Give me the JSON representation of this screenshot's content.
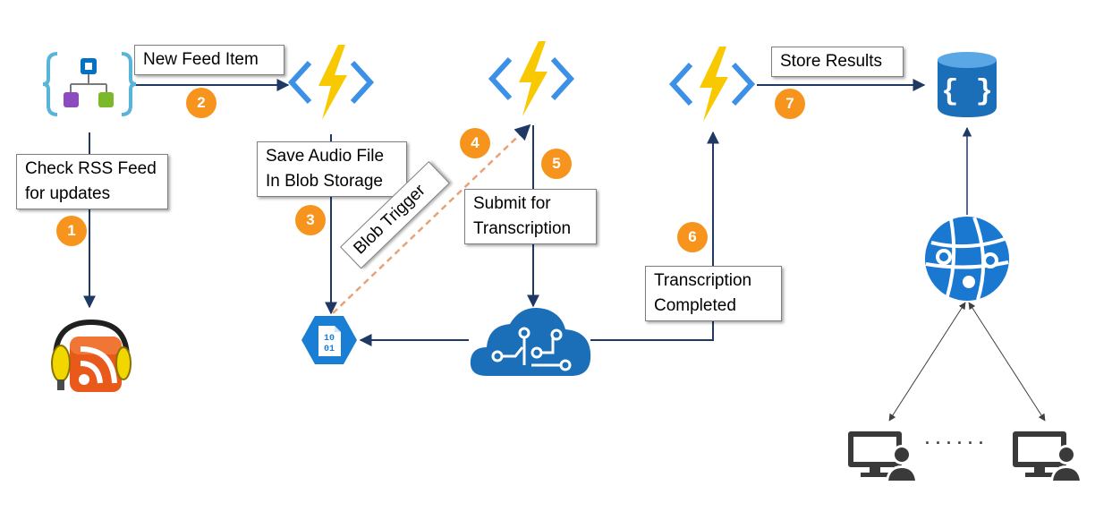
{
  "labels": {
    "new_feed_item": "New Feed Item",
    "check_rss": [
      "Check RSS Feed",
      "for updates"
    ],
    "save_audio": [
      "Save Audio File",
      "In Blob Storage"
    ],
    "blob_trigger": "Blob Trigger",
    "submit": [
      "Submit for",
      "Transcription"
    ],
    "transcription_completed": [
      "Transcription",
      "Completed"
    ],
    "store_results": "Store Results",
    "ellipsis": ". . . . . ."
  },
  "steps": [
    "1",
    "2",
    "3",
    "4",
    "5",
    "6",
    "7"
  ],
  "icons": {
    "logic_app": "logic-app-icon",
    "function": "azure-function-icon",
    "blob": "blob-storage-icon",
    "cognitive": "cognitive-services-icon",
    "cosmos": "cosmos-db-icon",
    "webapp": "web-app-icon",
    "client": "user-computer-icon",
    "podcast": "podcast-rss-icon"
  },
  "colors": {
    "azure_blue": "#0078d4",
    "bolt_yellow": "#f8c900",
    "badge_orange": "#f7941d",
    "trigger_dash": "#e8a274"
  }
}
